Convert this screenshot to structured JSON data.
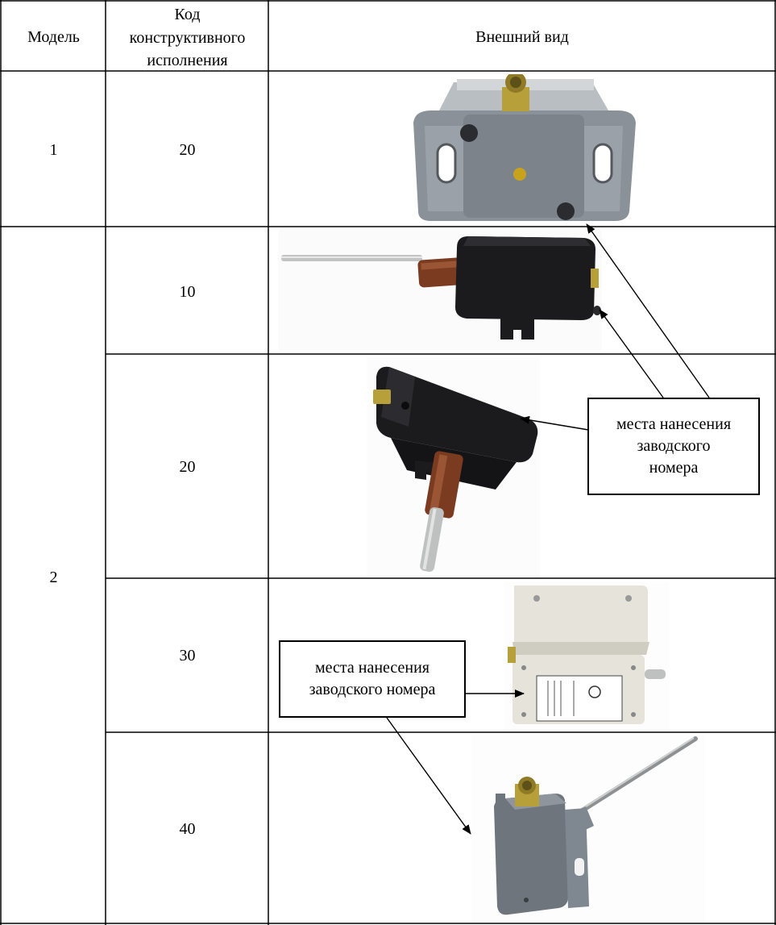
{
  "headers": {
    "model": "Модель",
    "code_line1": "Код",
    "code_line2": "конструктивного",
    "code_line3": "исполнения",
    "appearance": "Внешний вид"
  },
  "rows": [
    {
      "model": "1",
      "code": "20"
    },
    {
      "model": "2",
      "code": "10"
    },
    {
      "model": "",
      "code": "20"
    },
    {
      "model": "",
      "code": "30"
    },
    {
      "model": "",
      "code": "40"
    }
  ],
  "callouts": {
    "upper": {
      "line1": "места нанесения",
      "line2": "заводского",
      "line3": "номера"
    },
    "lower": {
      "line1": "места нанесения",
      "line2": "заводского номера"
    }
  },
  "colors": {
    "border": "#000000",
    "gray_housing": "#7f8790",
    "black_housing": "#1b1b1e",
    "wood": "#7a3b20",
    "brass": "#b7a03a",
    "beige_housing": "#e6e3da",
    "steel": "#bfc0c0"
  }
}
